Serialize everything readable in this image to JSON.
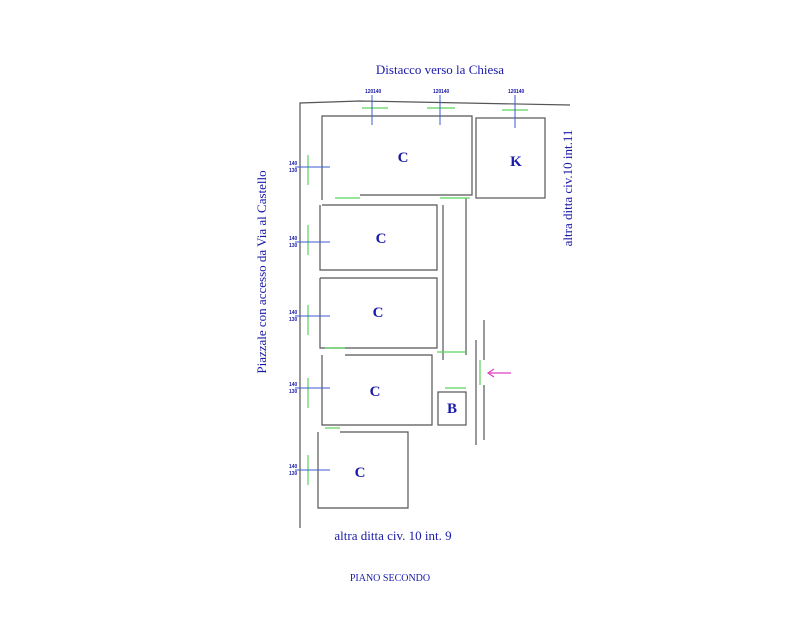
{
  "title_top": "Distacco verso la Chiesa",
  "label_left": "Piazzale con accesso da Via al Castello",
  "label_right": "altra ditta civ.10 int.11",
  "label_bottom": "altra ditta civ. 10 int. 9",
  "floor_name": "PIANO SECONDO",
  "rooms": [
    "C",
    "K",
    "C",
    "C",
    "C",
    "B",
    "C"
  ],
  "window_dims": {
    "top_a": "120",
    "top_b": "140",
    "side_a": "140",
    "side_b": "130"
  },
  "colors": {
    "text": "#1a1aa8",
    "walls": "#555555",
    "openings": "#5ad35a",
    "arrow": "#e040c0"
  }
}
